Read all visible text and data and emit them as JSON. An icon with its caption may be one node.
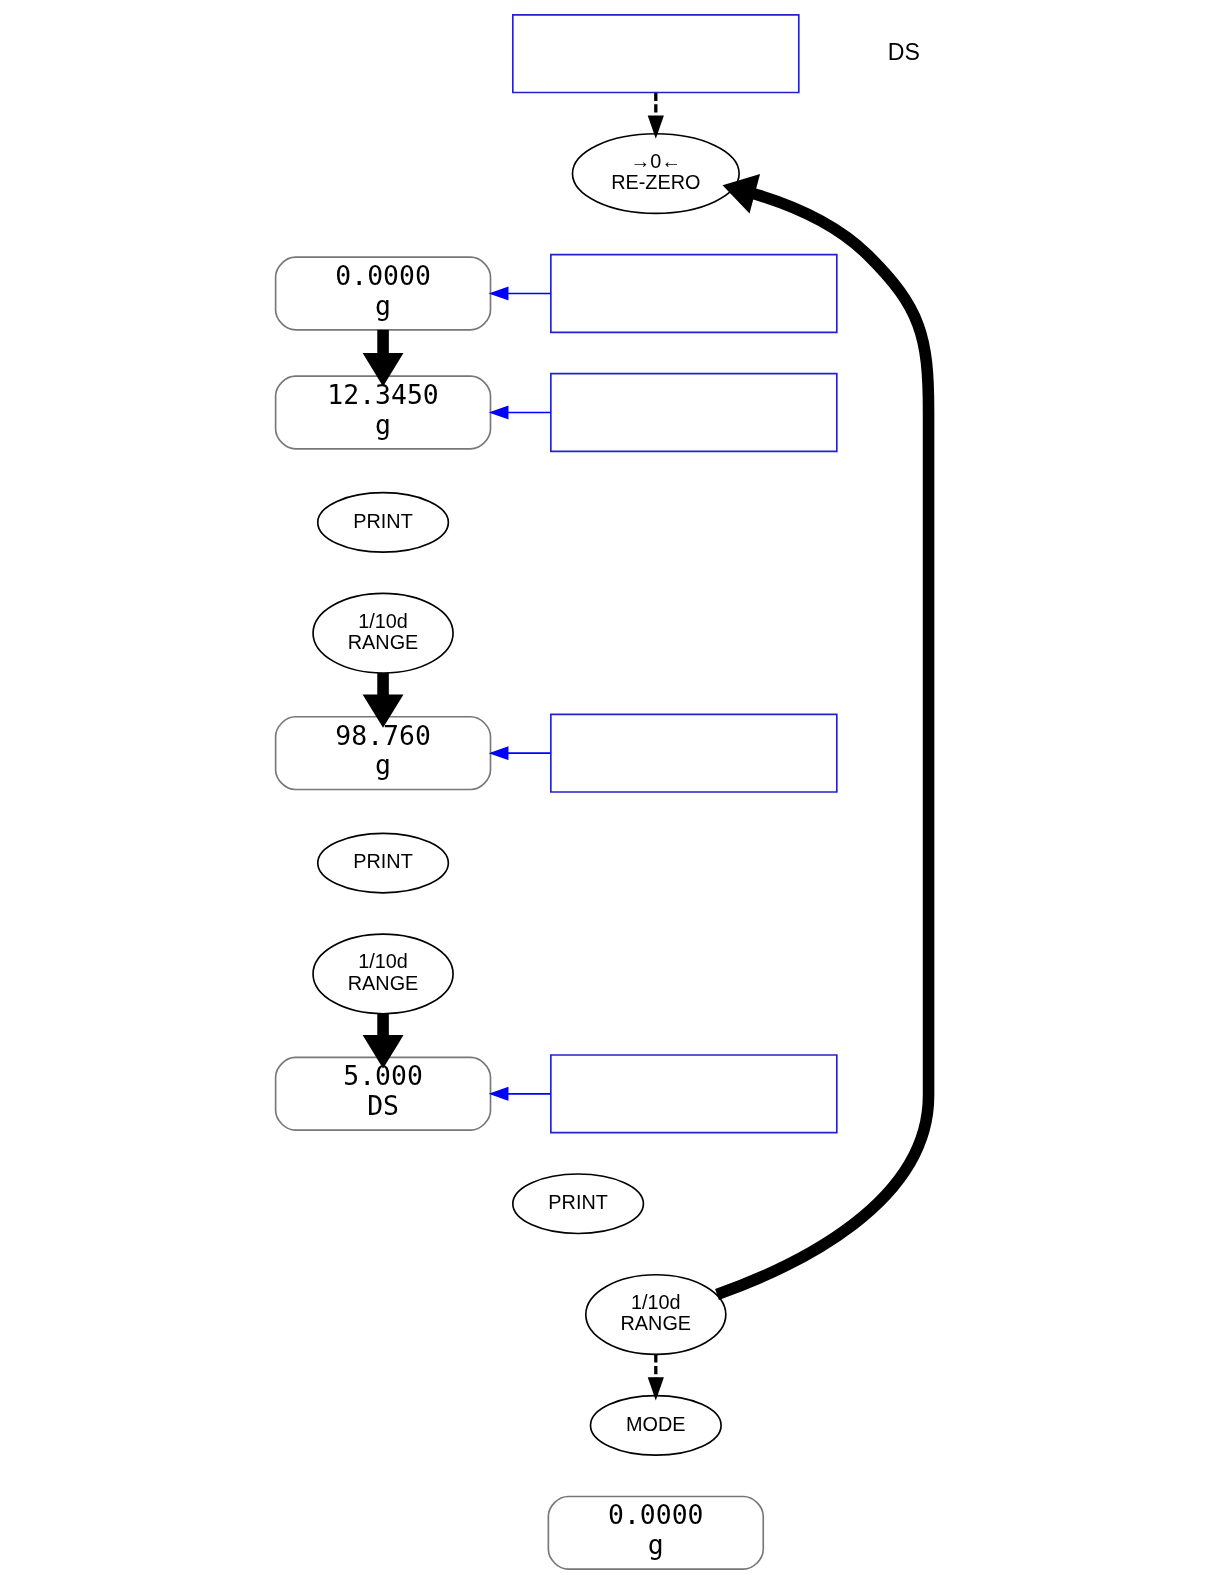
{
  "diagram": {
    "nodes": [
      {
        "text": [],
        "shape": "box"
      },
      {
        "text": [
          "→0←",
          "RE-ZERO"
        ]
      },
      {
        "text": [],
        "shape": "box"
      },
      {
        "text": [
          "0.0000",
          "g"
        ]
      },
      {
        "text": [],
        "shape": "box"
      },
      {
        "text": [
          "12.3450",
          "g"
        ]
      },
      {
        "text": [
          "PRINT"
        ]
      },
      {
        "text": [
          "1/10d",
          "RANGE"
        ]
      },
      {
        "text": [],
        "shape": "box"
      },
      {
        "text": [
          "98.760",
          "g"
        ]
      },
      {
        "text": [
          "PRINT"
        ]
      },
      {
        "text": [
          "1/10d",
          "RANGE"
        ]
      },
      {
        "text": [],
        "shape": "box"
      },
      {
        "text": [
          "5.000",
          "DS"
        ]
      },
      {
        "text": [
          "PRINT"
        ]
      },
      {
        "text": [
          "1/10d",
          "RANGE"
        ]
      },
      {
        "text": [
          "MODE"
        ]
      },
      {
        "text": [
          "0.0000",
          "g"
        ]
      }
    ],
    "edges": [
      {
        "from": 0,
        "to": 1,
        "arrow": "to",
        "style": "dashed"
      },
      {
        "from": 15,
        "to": 1,
        "arrow": "to",
        "style": "thick"
      },
      {
        "from": 2,
        "to": 3,
        "arrow": "to",
        "color": "#0000ff"
      },
      {
        "from": 3,
        "to": 5,
        "arrow": "to",
        "style": "thick"
      },
      {
        "from": 4,
        "to": 5,
        "arrow": "to",
        "color": "#0000ff"
      },
      {
        "from": 7,
        "to": 9,
        "arrow": "to",
        "style": "thick"
      },
      {
        "from": 8,
        "to": 9,
        "arrow": "to",
        "color": "#0000ff"
      },
      {
        "from": 11,
        "to": 13,
        "arrow": "to",
        "style": "thick"
      },
      {
        "from": 12,
        "to": 13,
        "arrow": "to",
        "color": "#0000ff"
      },
      {
        "from": 15,
        "to": 16,
        "arrow": "to",
        "style": "dashed"
      }
    ],
    "labels": [
      "DS"
    ]
  }
}
